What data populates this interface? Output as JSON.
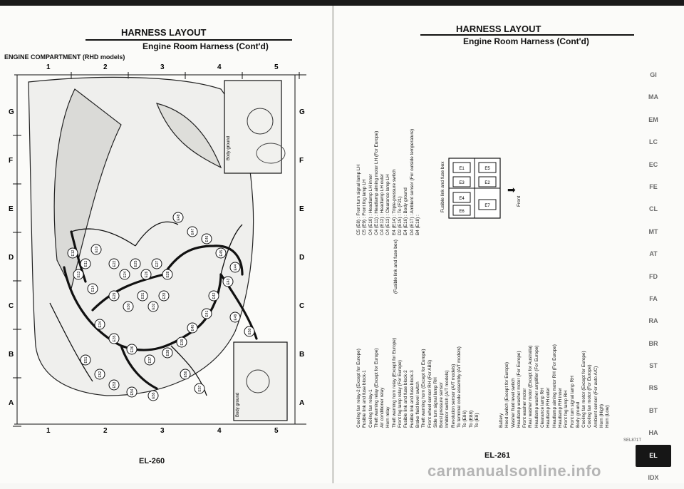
{
  "header": {
    "title": "HARNESS LAYOUT",
    "subtitle": "Engine Room Harness (Cont'd)"
  },
  "left_page": {
    "section_title": "ENGINE COMPARTMENT (RHD models)",
    "page_number": "EL-260",
    "body_ground_label": "Body ground",
    "fuse_box_label": "(Fusible link and fuse box)",
    "grid_cols": [
      "1",
      "2",
      "3",
      "4",
      "5"
    ],
    "grid_rows": [
      "G",
      "F",
      "E",
      "D",
      "C",
      "B",
      "A"
    ],
    "connectors": [
      "E12",
      "E11",
      "E10",
      "E13",
      "E14",
      "E22",
      "E24",
      "E25",
      "E26",
      "E27",
      "E28",
      "E29",
      "E30",
      "E31",
      "E32",
      "E33",
      "E34",
      "E35",
      "E36",
      "E37",
      "E38",
      "E39",
      "E40",
      "E41",
      "E42",
      "E43",
      "E44",
      "E45",
      "E46",
      "E47",
      "E48",
      "E49",
      "E50",
      "E51",
      "E52",
      "E53",
      "E54",
      "E55",
      "E56",
      "E57"
    ]
  },
  "right_page": {
    "page_number": "EL-261",
    "legend_top": [
      "C5  (E8) : Front turn signal lamp LH",
      "C5  (E9) : Front fog lamp LH",
      "C4  (E10) : Headlamp LH inner",
      "C4  (E11) : Headlamp aiming motor LH (For Europe)",
      "C4  (E12) : Headlamp LH outer",
      "C4  (E13) : Clearance lamp LH",
      "E4  (E14) : Triple-pressure switch",
      "D2  (E15) : To (F21)",
      "E4  (E16) : Body ground",
      "D4  (E17) : Ambient sensor (For outside temperature)",
      "B4  (E18) :"
    ],
    "legend_bottom": [
      "Cooling fan relay-2 (Except for Europe)",
      "Fusible link and fuse block-1",
      "Cooling fan relay-1",
      "Theft warning relay (Except for Europe)",
      "Air conditioner relay",
      "Horn relay",
      "Theft warning horn relay (Except for Europe)",
      "Front fog lamp relay (For Europe)",
      "Fusible link and fuse block-2",
      "Fusible link and fuse block-3",
      "Brake fluid level switch",
      "Theft warning horn (Except for Europe)",
      "Front wheel sensor RH (For ABS)",
      "Side turn signal lamp RH",
      "Boost pressure sensor",
      "Inhibitor switch (A/T models)",
      "Revolution sensor (A/T models)",
      "To terminal code assembly (A/T models)",
      "To (E86)",
      "To (E88)",
      "To (E8)",
      "Battery",
      "Hood switch (Except for Europe)",
      "Washer fluid level switch",
      "Headlamp washer motor (For Europe)",
      "Front washer motor",
      "Rear washer motor (Except for Australia)",
      "Headlamp washer amplifier (For Europe)",
      "Clearance lamp RH",
      "Headlamp RH outer",
      "Headlamp aiming motor RH (For Europe)",
      "Headlamp RH inner",
      "Front fog lamp RH",
      "Front turn signal lamp RH",
      "Body ground",
      "Cooling fan motor (Except for Europe)",
      "Cooling fan motor (For Europe)",
      "Ambient sensor (For auto A/C)",
      "Horn (High)",
      "Horn (Low)"
    ],
    "fuse_box_caption": "Fusible link and fuse box",
    "front_label": "Front",
    "fuse_labels": [
      "E1",
      "E3",
      "E5",
      "E2",
      "E4",
      "E6",
      "E7"
    ],
    "figure_code": "SEL871T"
  },
  "side_tabs": [
    "GI",
    "MA",
    "EM",
    "LC",
    "EC",
    "FE",
    "CL",
    "MT",
    "AT",
    "FD",
    "FA",
    "RA",
    "BR",
    "ST",
    "RS",
    "BT",
    "HA",
    "EL",
    "IDX"
  ],
  "active_tab": "EL",
  "watermark": "carmanualsonline.info"
}
